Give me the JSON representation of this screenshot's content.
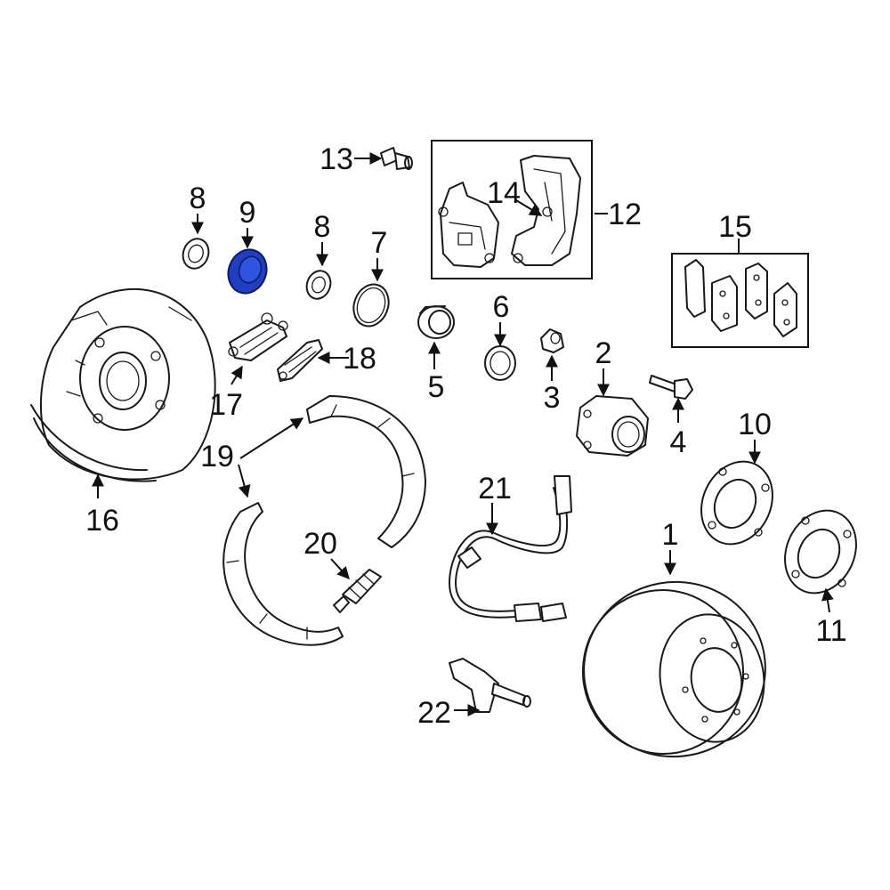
{
  "colors": {
    "line": "#1a1a1a",
    "background": "#ffffff",
    "highlight": "#1f3fbf"
  },
  "highlighted_callout": "9",
  "callouts": {
    "c1": "1",
    "c2": "2",
    "c3": "3",
    "c4": "4",
    "c5": "5",
    "c6": "6",
    "c7": "7",
    "c8a": "8",
    "c8b": "8",
    "c9": "9",
    "c10": "10",
    "c11": "11",
    "c12": "12",
    "c13": "13",
    "c14": "14",
    "c15": "15",
    "c16": "16",
    "c17": "17",
    "c18": "18",
    "c19": "19",
    "c20": "20",
    "c21": "21",
    "c22": "22"
  }
}
